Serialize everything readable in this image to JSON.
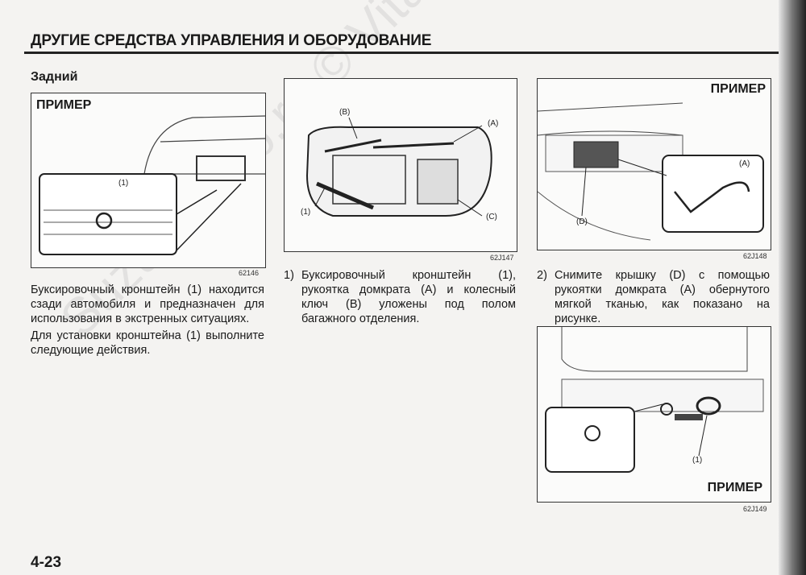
{
  "header": {
    "title": "ДРУГИЕ СРЕДСТВА УПРАВЛЕНИЯ И ОБОРУДОВАНИЕ"
  },
  "section": {
    "subtitle": "Задний"
  },
  "figures": [
    {
      "code": "62146",
      "example": "ПРИМЕР",
      "labels": [
        "(1)"
      ]
    },
    {
      "code": "62J147",
      "labels": [
        "(B)",
        "(A)",
        "(1)",
        "(C)"
      ]
    },
    {
      "code": "62J148",
      "example": "ПРИМЕР",
      "labels": [
        "(A)",
        "(D)"
      ]
    },
    {
      "code": "62J149",
      "example": "ПРИМЕР",
      "labels": [
        "(1)"
      ]
    }
  ],
  "paragraphs": [
    "Буксировочный кронштейн (1) находится сзади автомобиля и предназначен для использования в экстренных ситуациях.",
    "Для установки кронштейна (1) выполните следующие действия."
  ],
  "steps": [
    {
      "num": "1)",
      "text": "Буксировочный кронштейн (1), рукоятка домкрата (A) и колесный ключ (B) уложены под полом багажного отделения."
    },
    {
      "num": "2)",
      "text": "Снимите крышку (D) с помощью рукоятки домкрата (A) обернутого мягкой тканью, как показано на рисунке."
    }
  ],
  "watermark": "Suzuki-Club.ru © Vitamber",
  "footer": {
    "page_number": "4-23"
  }
}
